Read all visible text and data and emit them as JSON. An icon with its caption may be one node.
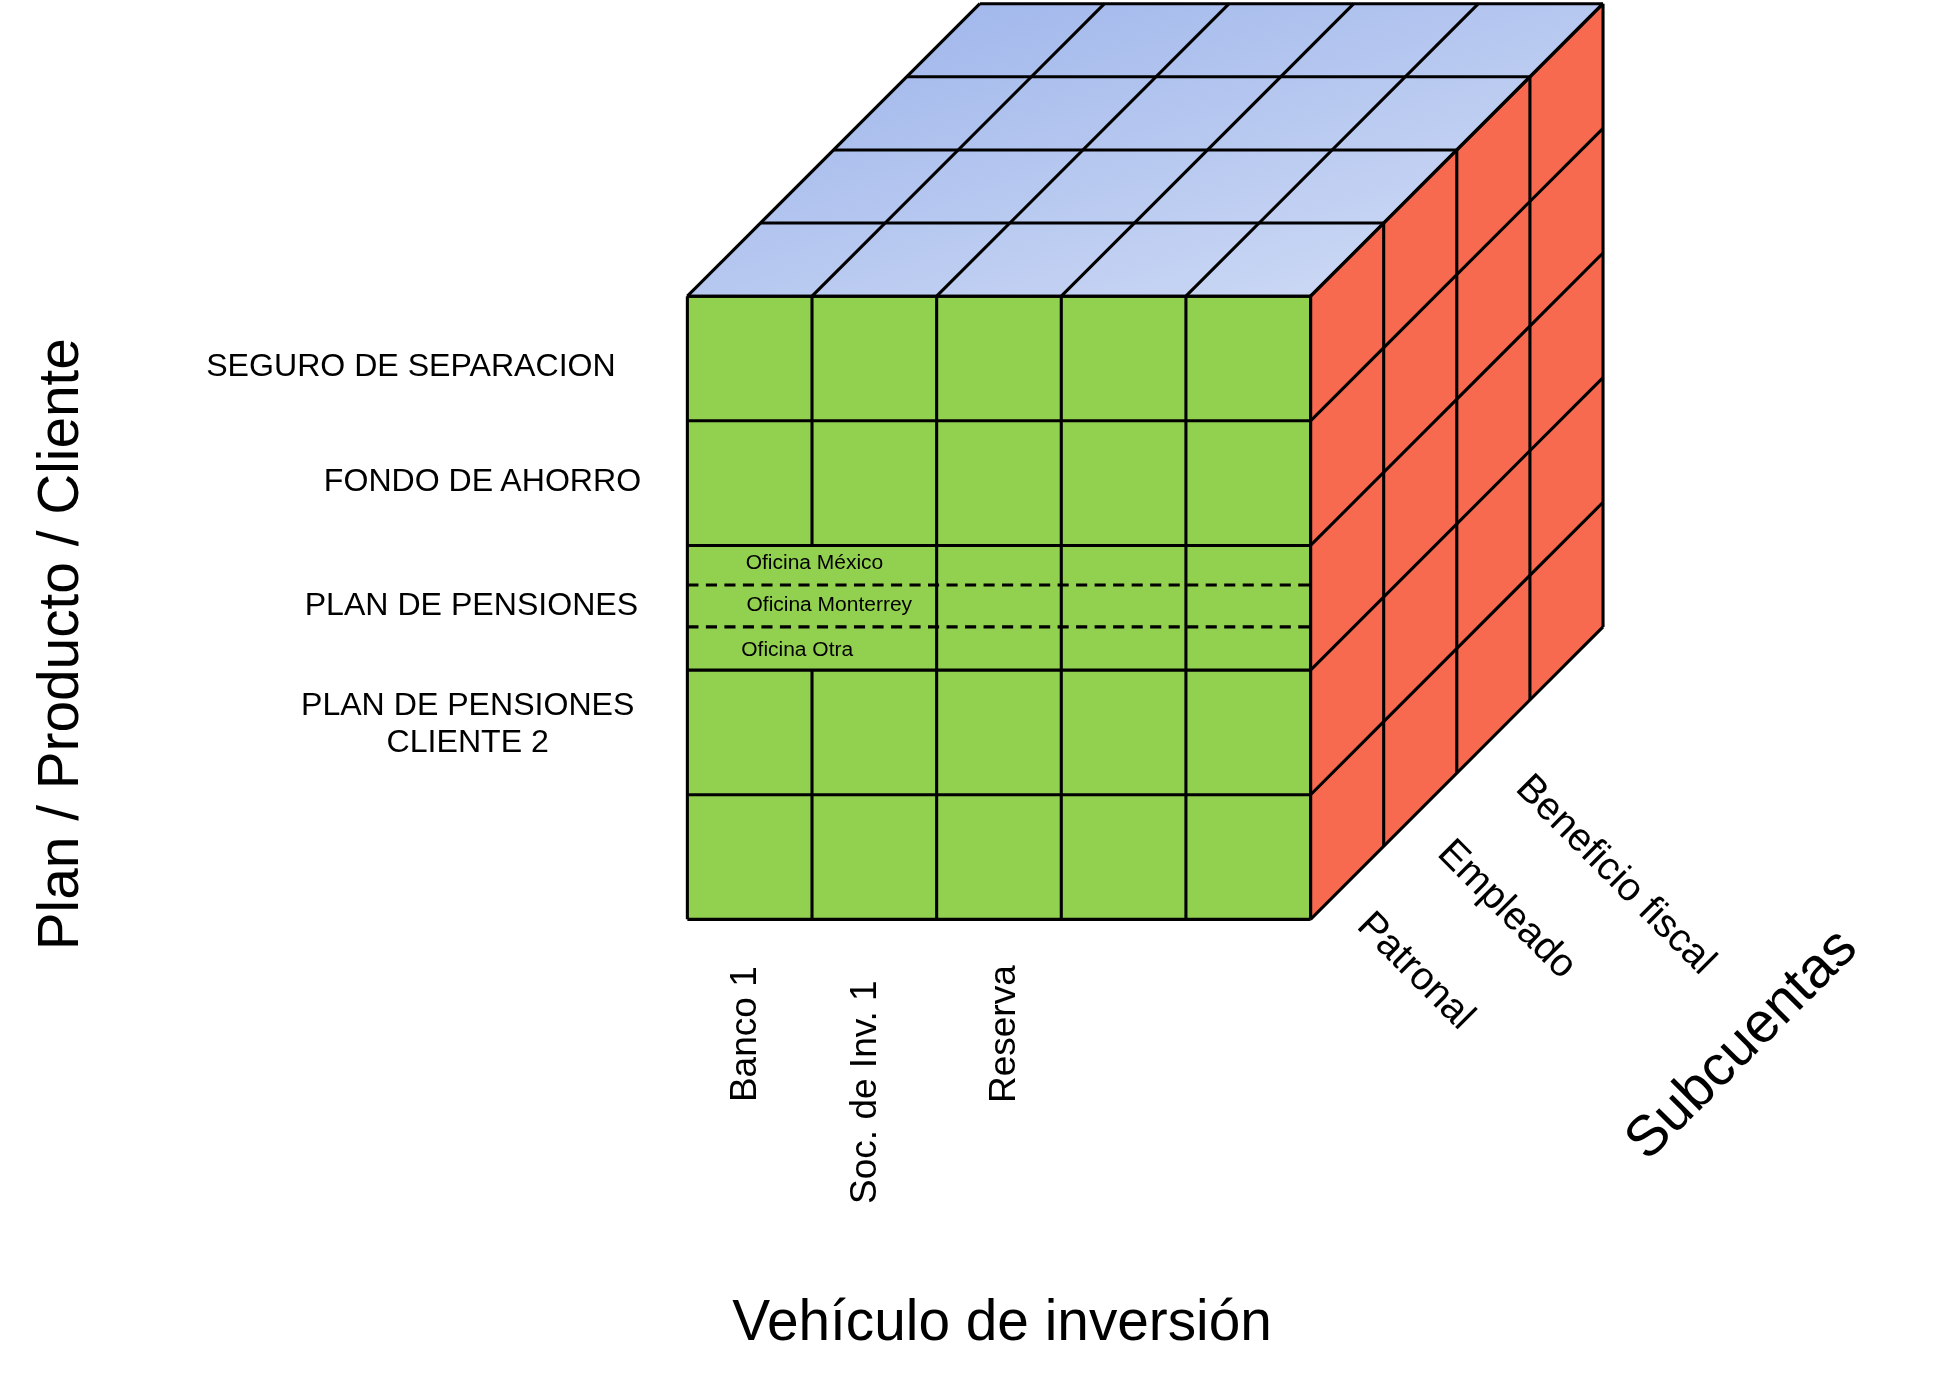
{
  "diagram": {
    "labels": [
      "Plan / Producto / Cliente",
      "SEGURO DE SEPARACION",
      "FONDO DE AHORRO",
      "Oficina México",
      "PLAN DE PENSIONES",
      "Oficina Monterrey",
      "Oficina Otra",
      "PLAN DE PENSIONES CLIENTE 2",
      "Banco 1",
      "Soc. de Inv. 1",
      "Reserva",
      "Beneficio fiscal",
      "Empleado",
      "Patronal",
      "Subcuentas",
      "Vehículo de inversión"
    ]
  }
}
